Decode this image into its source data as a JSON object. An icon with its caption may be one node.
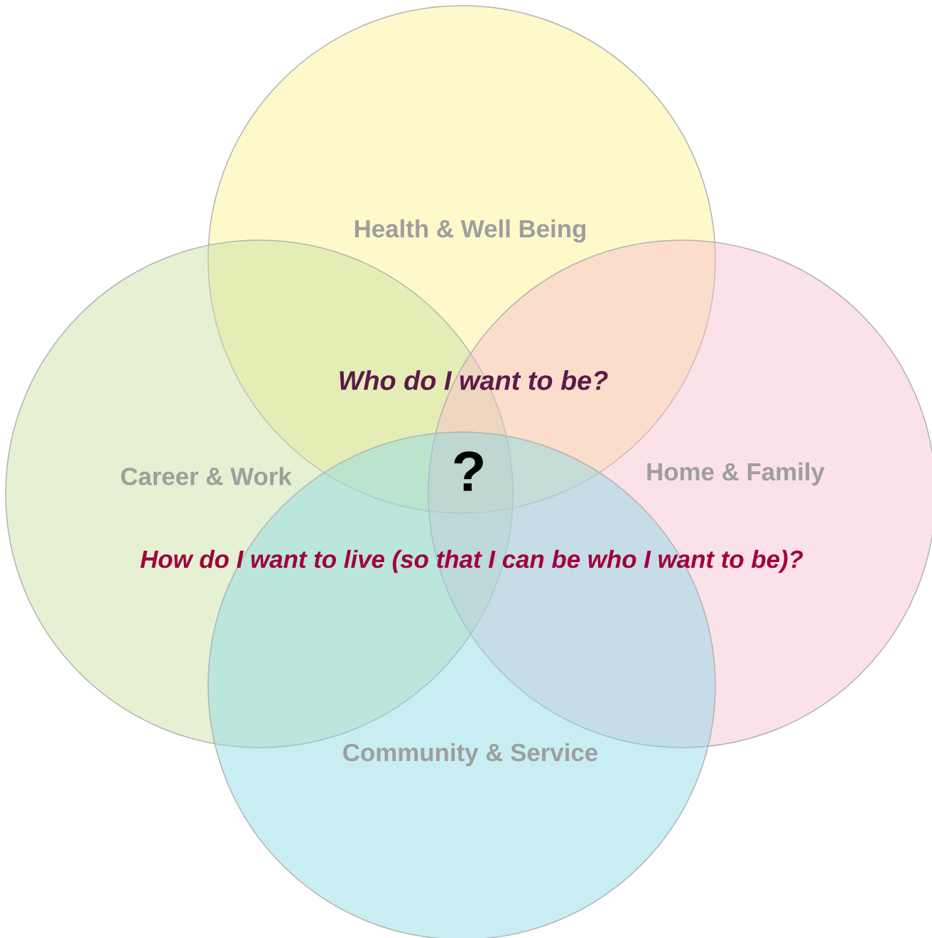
{
  "diagram": {
    "nodes": [
      {
        "text": [
          "Health & Well Being"
        ]
      },
      {
        "text": [
          "Career & Work"
        ]
      },
      {
        "text": [
          "Home & Family"
        ]
      },
      {
        "text": [
          "Community & Service"
        ]
      }
    ],
    "labels": [
      "Who do I want to be?",
      "?",
      "How do I want to live (so that I can be who I want to be)?"
    ]
  }
}
